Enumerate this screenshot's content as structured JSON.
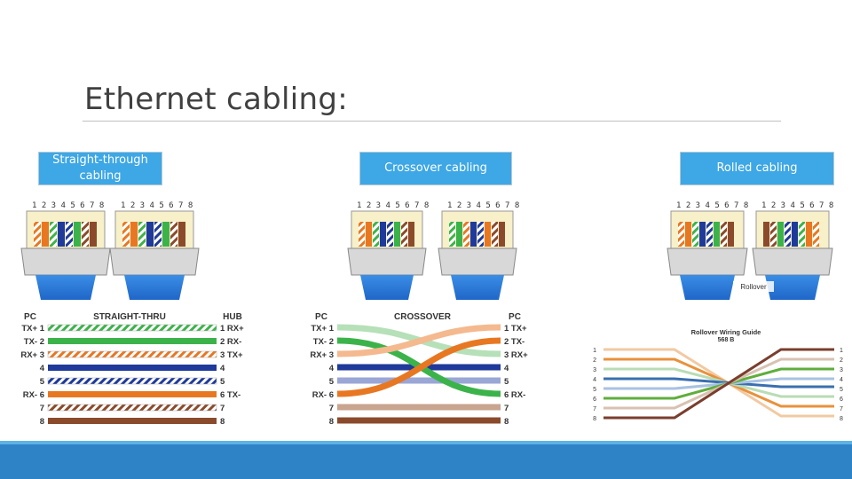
{
  "slide": {
    "title": "Ethernet cabling:",
    "labels": {
      "straight": "Straight-through cabling",
      "crossover": "Crossover cabling",
      "rolled": "Rolled cabling"
    }
  },
  "connector_pins": "1 2 3 4 5 6 7 8",
  "straight_diagram": {
    "left_header": "PC",
    "center_header": "STRAIGHT-THRU",
    "right_header": "HUB",
    "left_labels": [
      "TX+ 1",
      "TX- 2",
      "RX+ 3",
      "4",
      "5",
      "RX- 6",
      "7",
      "8"
    ],
    "right_labels": [
      "1 RX+",
      "2 RX-",
      "3 TX+",
      "4",
      "5",
      "6 TX-",
      "7",
      "8"
    ]
  },
  "crossover_diagram": {
    "left_header": "PC",
    "center_header": "CROSSOVER",
    "right_header": "PC",
    "left_labels": [
      "TX+ 1",
      "TX- 2",
      "RX+ 3",
      "4",
      "5",
      "RX- 6",
      "7",
      "8"
    ],
    "right_labels": [
      "1 TX+",
      "2 TX-",
      "3 RX+",
      "4",
      "5",
      "6 RX-",
      "7",
      "8"
    ]
  },
  "rolled_diagram": {
    "guide_title": "Rollover Wiring Guide",
    "guide_subtitle": "568 B",
    "connector_caption": "Rollover",
    "left_numbers": [
      "1",
      "2",
      "3",
      "4",
      "5",
      "6",
      "7",
      "8"
    ],
    "right_numbers": [
      "8",
      "7",
      "6",
      "5",
      "4",
      "3",
      "2",
      "1"
    ]
  },
  "colors": {
    "accent_blue": "#3ea7e5",
    "footer_blue": "#2e82c6",
    "wire_orange": "#e87722",
    "wire_green": "#3cb34a",
    "wire_blue": "#1f3a9a",
    "wire_brown": "#8b4a2b"
  }
}
